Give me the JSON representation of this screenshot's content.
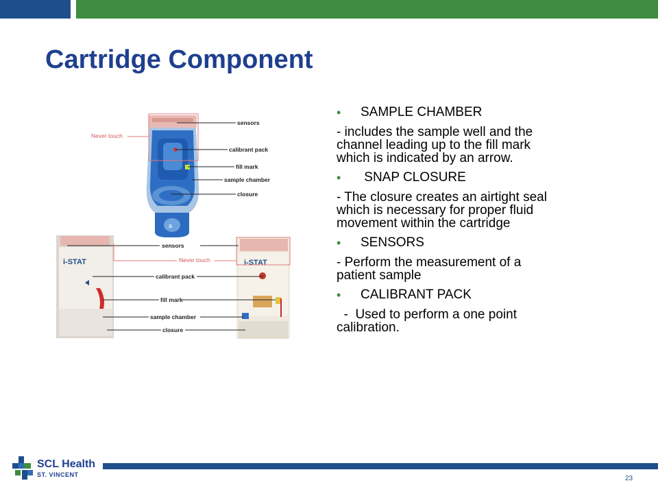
{
  "slide": {
    "title": "Cartridge Component",
    "page_number": "23"
  },
  "figure": {
    "top_labels": [
      "sensors",
      "calibrant pack",
      "fill mark",
      "sample chamber",
      "closure"
    ],
    "top_never_touch": "Never touch",
    "bottom_labels": [
      "sensors",
      "calibrant pack",
      "fill mark",
      "sample chamber",
      "closure"
    ],
    "bottom_never_touch": "Never touch",
    "brand_left": "i-STAT",
    "brand_right": "i-STAT"
  },
  "bullets": [
    {
      "heading": "SAMPLE CHAMBER",
      "description": [
        "- includes the sample well and the",
        "channel leading up to the fill mark",
        "which is indicated by an arrow."
      ]
    },
    {
      "heading": " SNAP CLOSURE",
      "description": [
        "- The closure creates an airtight seal",
        "which is necessary for proper fluid",
        "movement within the cartridge"
      ]
    },
    {
      "heading": "SENSORS",
      "description": [
        "- Perform the measurement of a",
        "patient sample"
      ]
    },
    {
      "heading": "CALIBRANT PACK",
      "description": [
        "  -  Used to perform a one point",
        "calibration."
      ]
    }
  ],
  "logo": {
    "name": "SCL Health",
    "sub": "ST. VINCENT"
  },
  "colors": {
    "brand_blue": "#1f4e8c",
    "brand_green": "#3e8c3f",
    "title_blue": "#1f3f8f"
  }
}
